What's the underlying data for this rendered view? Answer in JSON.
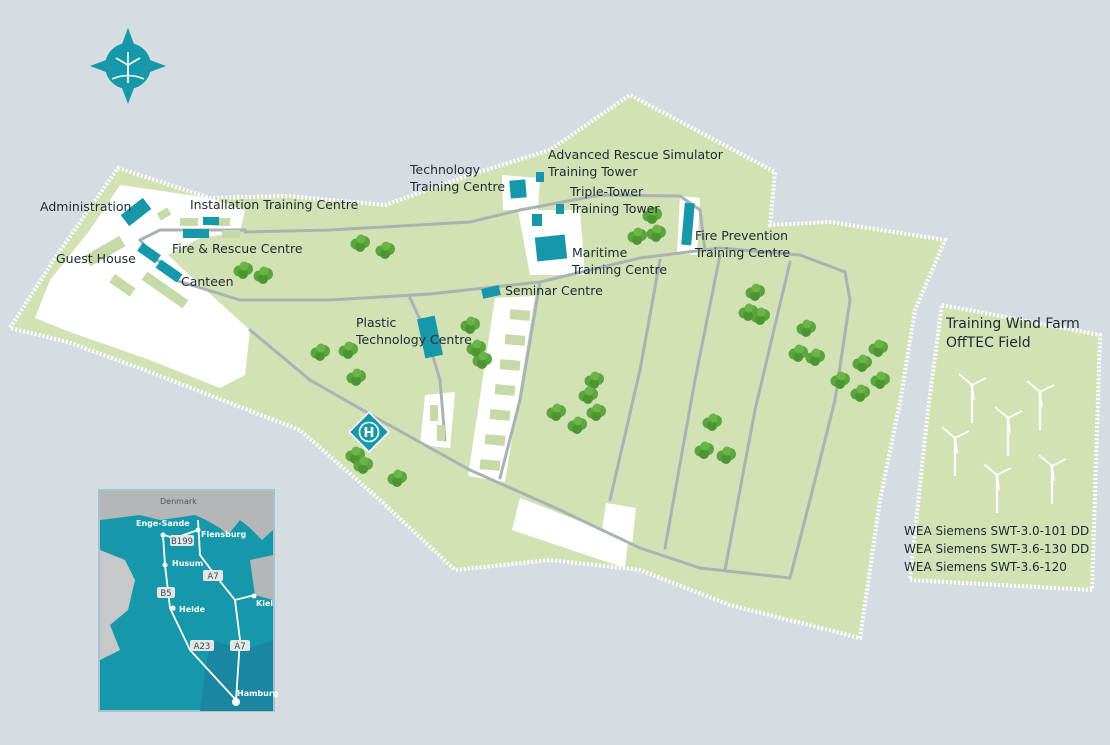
{
  "colors": {
    "sea": "#d5dde3",
    "land": "#d2e2b5",
    "building": "#1698aa",
    "road": "#a9b3b3",
    "tree": "#5aa63c",
    "white": "#ffffff"
  },
  "compass": {
    "icon": "compass-wind-turbine-icon"
  },
  "labels": {
    "administration": "Administration",
    "installation": "Installation Training Centre",
    "fire_rescue": "Fire & Rescue Centre",
    "guest_house": "Guest House",
    "canteen": "Canteen",
    "technology_1": "Technology",
    "technology_2": "Training Centre",
    "adv_rescue_1": "Advanced Rescue Simulator",
    "adv_rescue_2": "Training Tower",
    "triple_1": "Triple-Tower",
    "triple_2": "Training Tower",
    "fire_prev_1": "Fire Prevention",
    "fire_prev_2": "Training Centre",
    "maritime_1": "Maritime",
    "maritime_2": "Training Centre",
    "seminar": "Seminar Centre",
    "plastic_1": "Plastic",
    "plastic_2": "Technology Centre"
  },
  "wind_farm": {
    "title_1": "Training Wind Farm",
    "title_2": "OffTEC Field",
    "turbines": [
      "WEA Siemens SWT-3.0-101 DD",
      "WEA Siemens SWT-3.6-130 DD",
      "WEA Siemens SWT-3.6-120"
    ]
  },
  "inset": {
    "country": "Denmark",
    "cities": {
      "enge_sande": "Enge-Sande",
      "flensburg": "Flensburg",
      "husum": "Husum",
      "heide": "Heide",
      "kiel": "Kiel",
      "hamburg": "Hamburg"
    },
    "roads": {
      "b199": "B199",
      "a7_north": "A7",
      "b5": "B5",
      "a23": "A23",
      "a7_south": "A7"
    }
  },
  "helipad": {
    "icon": "helipad-icon",
    "letter": "H"
  }
}
